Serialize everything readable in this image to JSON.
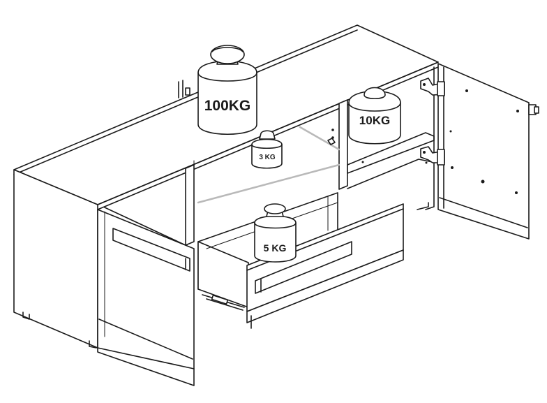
{
  "weights": [
    {
      "label": "100KG"
    },
    {
      "label": "10KG"
    },
    {
      "label": "3 KG"
    },
    {
      "label": "5 KG"
    }
  ]
}
